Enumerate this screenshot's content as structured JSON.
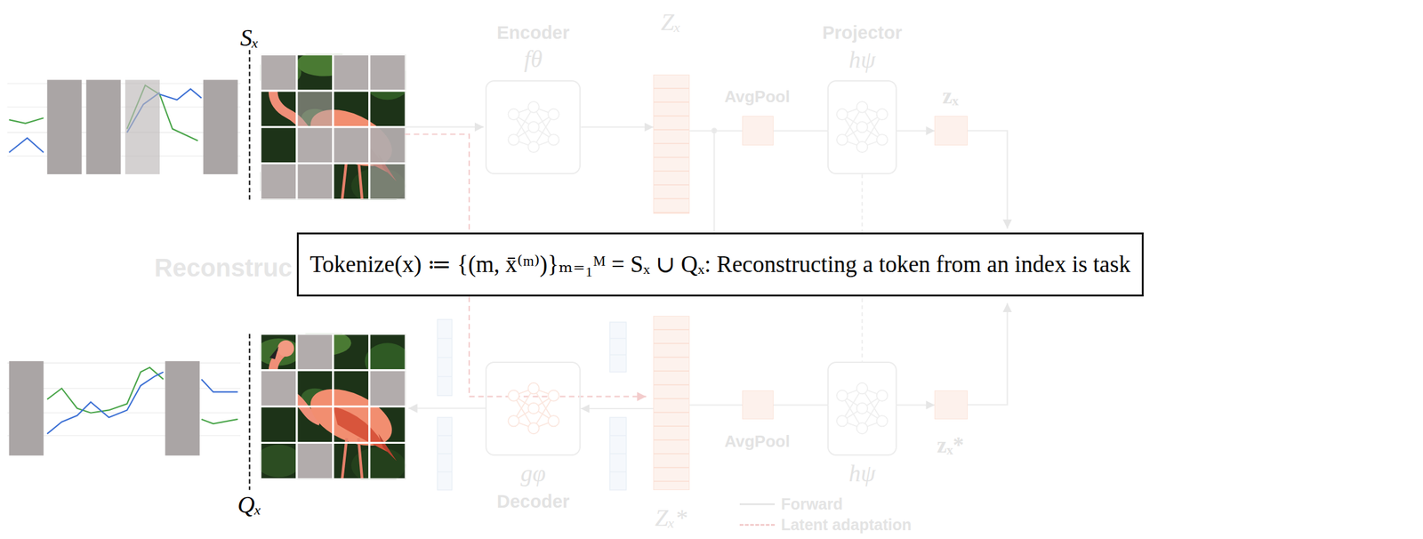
{
  "diagram": {
    "nodes": [
      {
        "text": [
          "Encoder",
          "fθ"
        ]
      },
      {
        "text": [
          "Zₓ"
        ]
      },
      {
        "text": [
          "AvgPool"
        ]
      },
      {
        "text": [
          "Projector",
          "hψ"
        ]
      },
      {
        "text": [
          "zₓ"
        ]
      },
      {
        "text": [
          "Tokenize(x) ≔ {(m, x̄⁽ᵐ⁾)}ₘ₌₁ᴹ = Sₓ ∪ Qₓ: Reconstructing a token from an index is task"
        ]
      },
      {
        "text": [
          "gφ",
          "Decoder"
        ]
      },
      {
        "text": [
          "Zₓ*"
        ]
      },
      {
        "text": [
          "AvgPool"
        ]
      },
      {
        "text": [
          "hψ"
        ]
      },
      {
        "text": [
          "zₓ*"
        ]
      }
    ],
    "edges": [
      {
        "from": 0,
        "to": 1,
        "arrow": "to"
      },
      {
        "from": 1,
        "to": 2,
        "arrow": "none"
      },
      {
        "from": 2,
        "to": 3,
        "arrow": "none"
      },
      {
        "from": 3,
        "to": 4,
        "arrow": "to"
      },
      {
        "from": 7,
        "to": 6,
        "arrow": "to"
      },
      {
        "from": 7,
        "to": 8,
        "arrow": "none"
      },
      {
        "from": 8,
        "to": 9,
        "arrow": "none"
      },
      {
        "from": 9,
        "to": 10,
        "arrow": "to"
      },
      {
        "from": 3,
        "to": 9,
        "arrow": "none"
      }
    ],
    "labels": [
      "Sₓ",
      "Qₓ",
      "Reconstruc"
    ],
    "legend": [
      {
        "text": "Forward"
      },
      {
        "text": "Latent adaptation"
      }
    ]
  }
}
